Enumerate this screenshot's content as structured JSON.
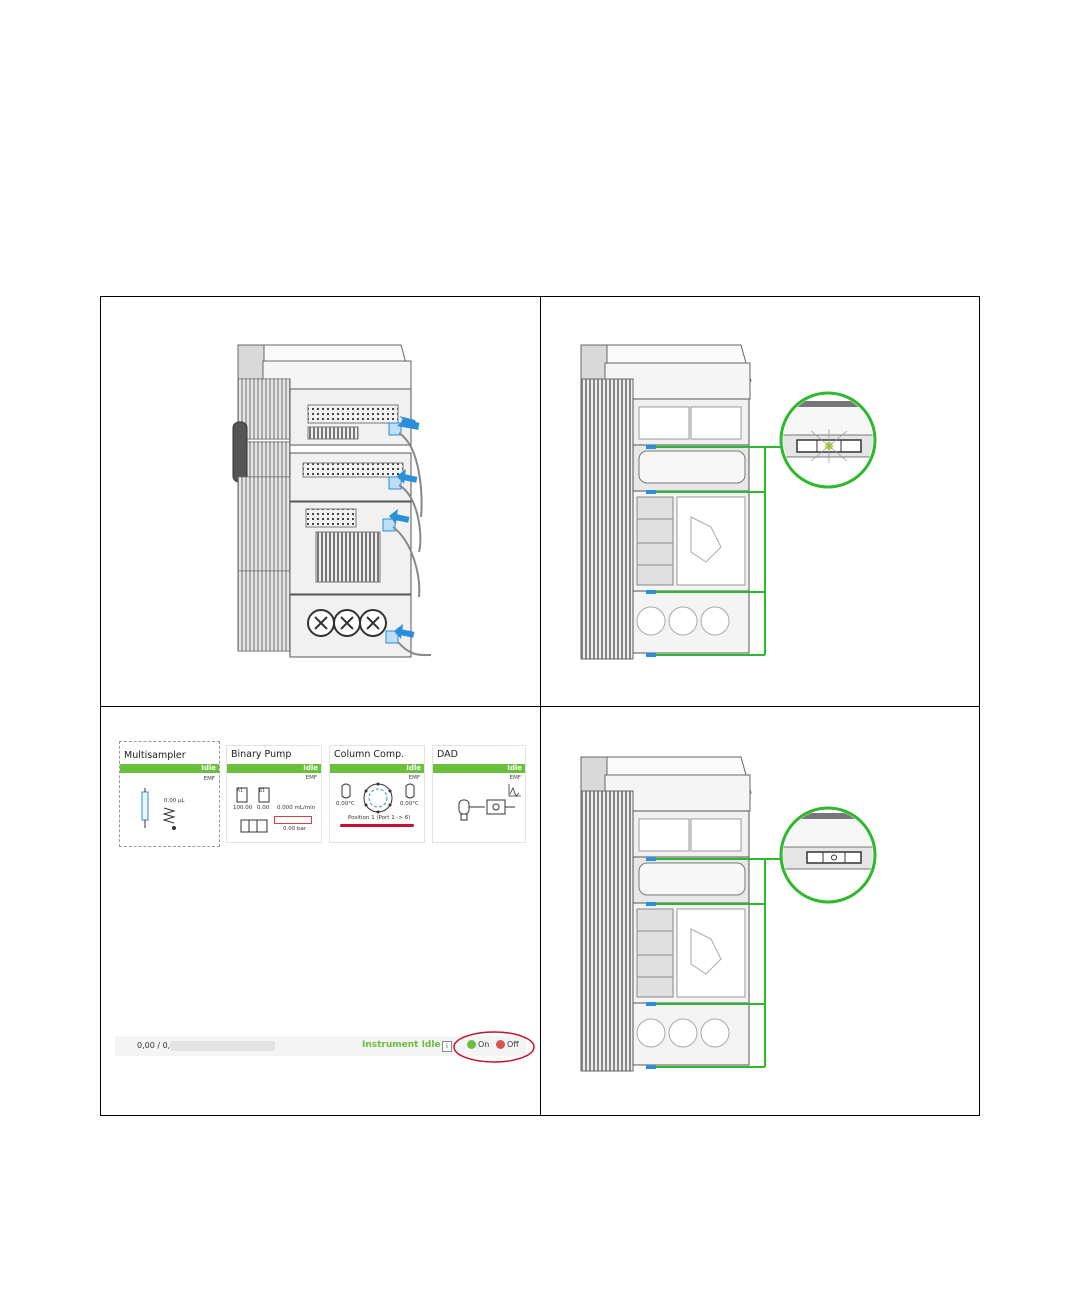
{
  "software": {
    "modules": [
      {
        "title": "Multisampler",
        "status": "Idle",
        "emf": "EMF",
        "value": "0.00 µL"
      },
      {
        "title": "Binary Pump",
        "status": "Idle",
        "emf": "EMF",
        "bottle_a": "A1",
        "bottle_b": "B1",
        "pct_a": "100.00",
        "pct_b": "0.00",
        "flow": "0.000 mL/min",
        "pressure": "0.00 bar"
      },
      {
        "title": "Column Comp.",
        "status": "Idle",
        "emf": "EMF",
        "temp_left": "0.00°C",
        "temp_right": "0.00°C",
        "position": "Position 1 (Port 1 -> 6)"
      },
      {
        "title": "DAD",
        "status": "Idle",
        "emf": "EMF"
      }
    ],
    "status_bar": {
      "count": "0,00 / 0,00",
      "state": "Instrument Idle",
      "info": "i",
      "on_label": "On",
      "off_label": "Off"
    }
  },
  "colors": {
    "status_green": "#6abf3c",
    "highlight_green": "#2eb82e",
    "arrow_blue": "#2b8fd9",
    "callout_red": "#c8102e"
  }
}
